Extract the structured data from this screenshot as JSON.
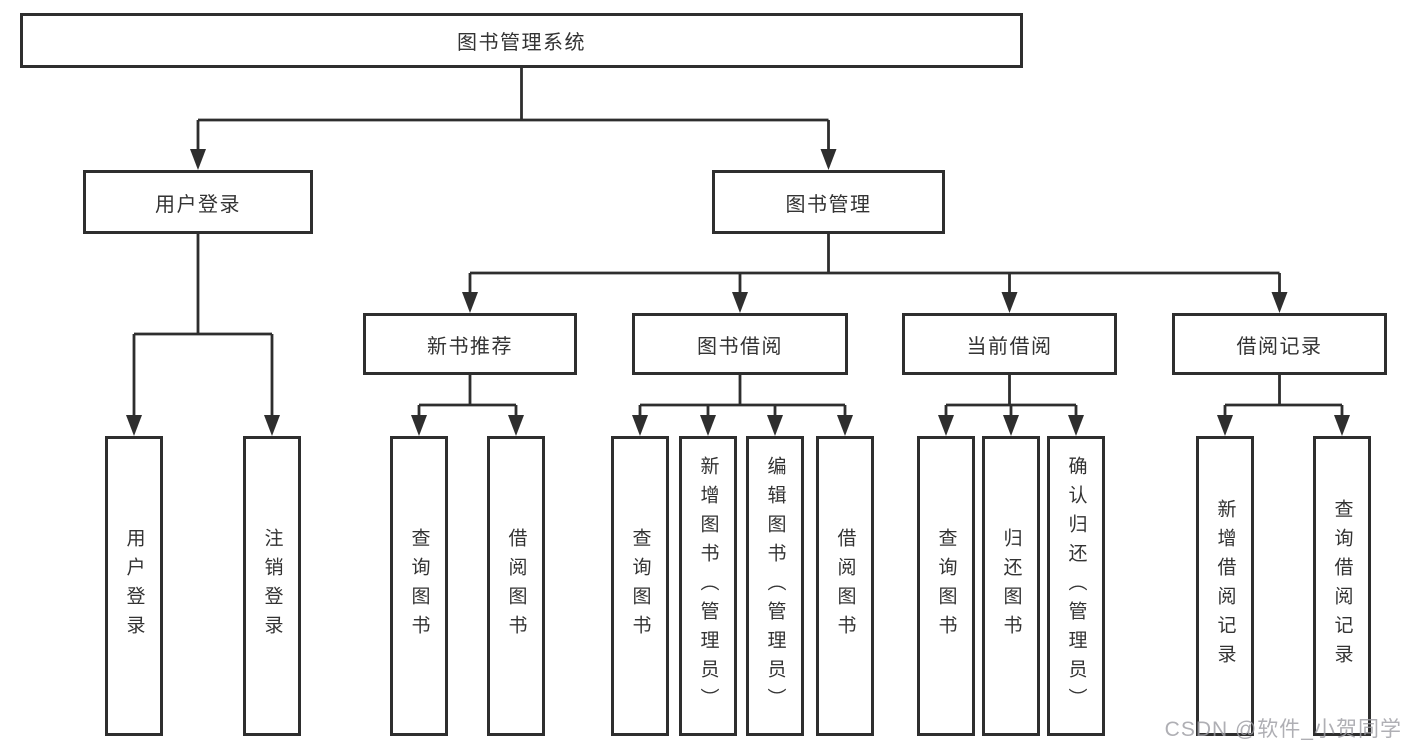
{
  "tree": {
    "root": "图书管理系统",
    "children": [
      {
        "label": "用户登录",
        "children": [
          {
            "label": "用户登录"
          },
          {
            "label": "注销登录"
          }
        ]
      },
      {
        "label": "图书管理",
        "children": [
          {
            "label": "新书推荐",
            "children": [
              {
                "label": "查询图书"
              },
              {
                "label": "借阅图书"
              }
            ]
          },
          {
            "label": "图书借阅",
            "children": [
              {
                "label": "查询图书"
              },
              {
                "label": "新增图书（管理员）"
              },
              {
                "label": "编辑图书（管理员）"
              },
              {
                "label": "借阅图书"
              }
            ]
          },
          {
            "label": "当前借阅",
            "children": [
              {
                "label": "查询图书"
              },
              {
                "label": "归还图书"
              },
              {
                "label": "确认归还（管理员）"
              }
            ]
          },
          {
            "label": "借阅记录",
            "children": [
              {
                "label": "新增借阅记录"
              },
              {
                "label": "查询借阅记录"
              }
            ]
          }
        ]
      }
    ]
  },
  "watermark": "CSDN @软件_小贺同学",
  "colors": {
    "line": "#2e2e2e",
    "text": "#333333",
    "background": "#ffffff",
    "watermark": "#9e9ea4"
  }
}
